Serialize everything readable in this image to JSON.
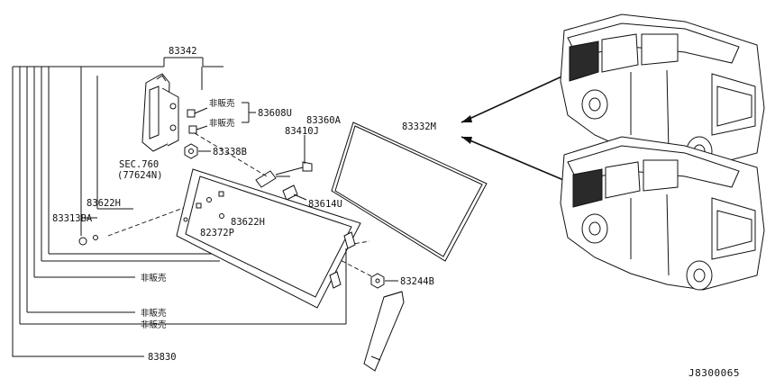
{
  "diagram": {
    "labels": {
      "p83342": "83342",
      "not_for_sale_1": "非販売",
      "not_for_sale_2": "非販売",
      "p83608U": "83608U",
      "p83360A": "83360A",
      "p83410J": "83410J",
      "p83338B": "83338B",
      "sec760": "SEC.760",
      "sec760_sub": "(77624N)",
      "p83332M": "83332M",
      "p83622H_a": "83622H",
      "p83313BA": "83313BA",
      "p83622H_b": "83622H",
      "p82372P": "82372P",
      "p83614U": "83614U",
      "p83244B": "83244B",
      "not_for_sale_3": "非販売",
      "not_for_sale_4": "非販売",
      "not_for_sale_5": "非販売",
      "p83830": "83830",
      "diagram_code": "J8300065"
    },
    "colors": {
      "line": "#111111",
      "glass_fill": "#1a1a1a",
      "background": "#ffffff"
    }
  }
}
